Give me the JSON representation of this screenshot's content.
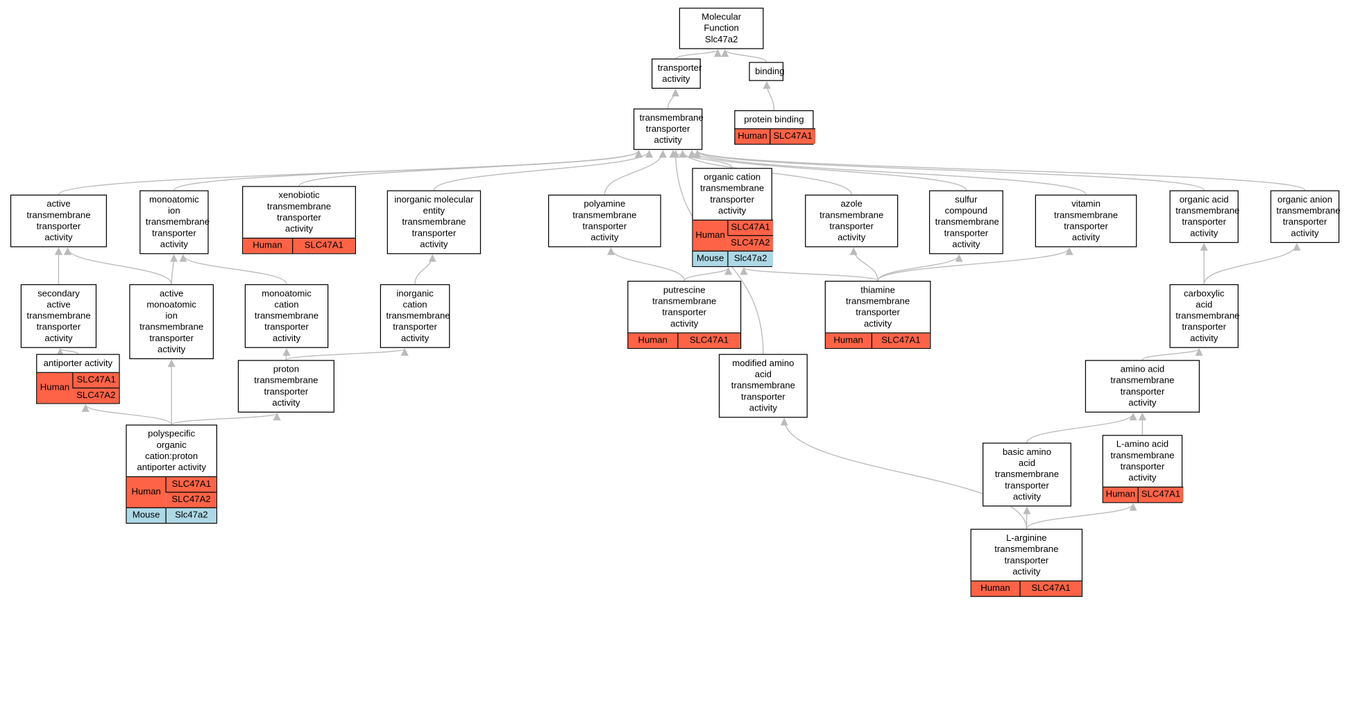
{
  "colors": {
    "edge": "#bbbbbb",
    "human": "#ff6347",
    "mouse": "#add8e6",
    "border": "#000000"
  },
  "nodes": [
    {
      "id": "mf",
      "label": "Molecular Function\nSlc47a2",
      "annotations": []
    },
    {
      "id": "transporter",
      "label": "transporter\nactivity",
      "annotations": []
    },
    {
      "id": "binding",
      "label": "binding",
      "annotations": []
    },
    {
      "id": "protein_binding",
      "label": "protein binding",
      "annotations": [
        {
          "species": "Human",
          "genes": [
            "SLC47A1"
          ]
        }
      ]
    },
    {
      "id": "tmt",
      "label": "transmembrane\ntransporter\nactivity",
      "annotations": []
    },
    {
      "id": "active_tmt",
      "label": "active transmembrane\ntransporter\nactivity",
      "annotations": []
    },
    {
      "id": "ion_tmt",
      "label": "monoatomic ion\ntransmembrane\ntransporter\nactivity",
      "annotations": []
    },
    {
      "id": "xeno",
      "label": "xenobiotic transmembrane\ntransporter\nactivity",
      "annotations": [
        {
          "species": "Human",
          "genes": [
            "SLC47A1"
          ]
        }
      ]
    },
    {
      "id": "inorg_mol",
      "label": "inorganic molecular\nentity transmembrane\ntransporter\nactivity",
      "annotations": []
    },
    {
      "id": "polyamine",
      "label": "polyamine transmembrane\ntransporter\nactivity",
      "annotations": []
    },
    {
      "id": "org_cation",
      "label": "organic cation\ntransmembrane\ntransporter\nactivity",
      "annotations": [
        {
          "species": "Human",
          "genes": [
            "SLC47A1",
            "SLC47A2"
          ]
        },
        {
          "species": "Mouse",
          "genes": [
            "Slc47a2"
          ]
        }
      ]
    },
    {
      "id": "azole",
      "label": "azole transmembrane\ntransporter\nactivity",
      "annotations": []
    },
    {
      "id": "sulfur",
      "label": "sulfur compound\ntransmembrane\ntransporter\nactivity",
      "annotations": []
    },
    {
      "id": "vitamin",
      "label": "vitamin transmembrane\ntransporter\nactivity",
      "annotations": []
    },
    {
      "id": "org_acid",
      "label": "organic acid\ntransmembrane\ntransporter\nactivity",
      "annotations": []
    },
    {
      "id": "org_anion",
      "label": "organic anion\ntransmembrane\ntransporter\nactivity",
      "annotations": []
    },
    {
      "id": "sec_active",
      "label": "secondary active\ntransmembrane\ntransporter\nactivity",
      "annotations": []
    },
    {
      "id": "active_ion",
      "label": "active monoatomic\nion transmembrane\ntransporter\nactivity",
      "annotations": []
    },
    {
      "id": "cation_tmt",
      "label": "monoatomic cation\ntransmembrane\ntransporter\nactivity",
      "annotations": []
    },
    {
      "id": "inorg_cation",
      "label": "inorganic cation\ntransmembrane\ntransporter\nactivity",
      "annotations": []
    },
    {
      "id": "putrescine",
      "label": "putrescine transmembrane\ntransporter\nactivity",
      "annotations": [
        {
          "species": "Human",
          "genes": [
            "SLC47A1"
          ]
        }
      ]
    },
    {
      "id": "thiamine",
      "label": "thiamine transmembrane\ntransporter\nactivity",
      "annotations": [
        {
          "species": "Human",
          "genes": [
            "SLC47A1"
          ]
        }
      ]
    },
    {
      "id": "carboxylic",
      "label": "carboxylic acid\ntransmembrane\ntransporter\nactivity",
      "annotations": []
    },
    {
      "id": "antiporter",
      "label": "antiporter activity",
      "annotations": [
        {
          "species": "Human",
          "genes": [
            "SLC47A1",
            "SLC47A2"
          ]
        }
      ]
    },
    {
      "id": "proton",
      "label": "proton transmembrane\ntransporter\nactivity",
      "annotations": []
    },
    {
      "id": "mod_amino",
      "label": "modified amino\nacid transmembrane\ntransporter\nactivity",
      "annotations": []
    },
    {
      "id": "amino_acid",
      "label": "amino acid transmembrane\ntransporter\nactivity",
      "annotations": []
    },
    {
      "id": "polyspecific",
      "label": "polyspecific\norganic cation:proton\nantiporter activity",
      "annotations": [
        {
          "species": "Human",
          "genes": [
            "SLC47A1",
            "SLC47A2"
          ]
        },
        {
          "species": "Mouse",
          "genes": [
            "Slc47a2"
          ]
        }
      ]
    },
    {
      "id": "basic_amino",
      "label": "basic amino\nacid transmembrane\ntransporter\nactivity",
      "annotations": []
    },
    {
      "id": "l_amino",
      "label": "L-amino acid\ntransmembrane\ntransporter\nactivity",
      "annotations": [
        {
          "species": "Human",
          "genes": [
            "SLC47A1"
          ]
        }
      ]
    },
    {
      "id": "l_arginine",
      "label": "L-arginine transmembrane\ntransporter\nactivity",
      "annotations": [
        {
          "species": "Human",
          "genes": [
            "SLC47A1"
          ]
        }
      ]
    }
  ],
  "edges": [
    [
      "transporter",
      "mf"
    ],
    [
      "binding",
      "mf"
    ],
    [
      "protein_binding",
      "binding"
    ],
    [
      "tmt",
      "transporter"
    ],
    [
      "active_tmt",
      "tmt"
    ],
    [
      "ion_tmt",
      "tmt"
    ],
    [
      "xeno",
      "tmt"
    ],
    [
      "inorg_mol",
      "tmt"
    ],
    [
      "mod_amino",
      "tmt"
    ],
    [
      "polyamine",
      "tmt"
    ],
    [
      "org_cation",
      "tmt"
    ],
    [
      "azole",
      "tmt"
    ],
    [
      "sulfur",
      "tmt"
    ],
    [
      "vitamin",
      "tmt"
    ],
    [
      "org_acid",
      "tmt"
    ],
    [
      "org_anion",
      "tmt"
    ],
    [
      "sec_active",
      "active_tmt"
    ],
    [
      "active_ion",
      "active_tmt"
    ],
    [
      "active_ion",
      "ion_tmt"
    ],
    [
      "cation_tmt",
      "ion_tmt"
    ],
    [
      "inorg_cation",
      "inorg_mol"
    ],
    [
      "putrescine",
      "polyamine"
    ],
    [
      "putrescine",
      "org_cation"
    ],
    [
      "thiamine",
      "org_cation"
    ],
    [
      "thiamine",
      "azole"
    ],
    [
      "thiamine",
      "sulfur"
    ],
    [
      "thiamine",
      "vitamin"
    ],
    [
      "carboxylic",
      "org_acid"
    ],
    [
      "carboxylic",
      "org_anion"
    ],
    [
      "antiporter",
      "sec_active"
    ],
    [
      "proton",
      "cation_tmt"
    ],
    [
      "proton",
      "inorg_cation"
    ],
    [
      "amino_acid",
      "carboxylic"
    ],
    [
      "polyspecific",
      "antiporter"
    ],
    [
      "polyspecific",
      "active_ion"
    ],
    [
      "polyspecific",
      "proton"
    ],
    [
      "basic_amino",
      "amino_acid"
    ],
    [
      "l_amino",
      "amino_acid"
    ],
    [
      "l_arginine",
      "basic_amino"
    ],
    [
      "l_arginine",
      "l_amino"
    ],
    [
      "l_arginine",
      "mod_amino"
    ]
  ]
}
